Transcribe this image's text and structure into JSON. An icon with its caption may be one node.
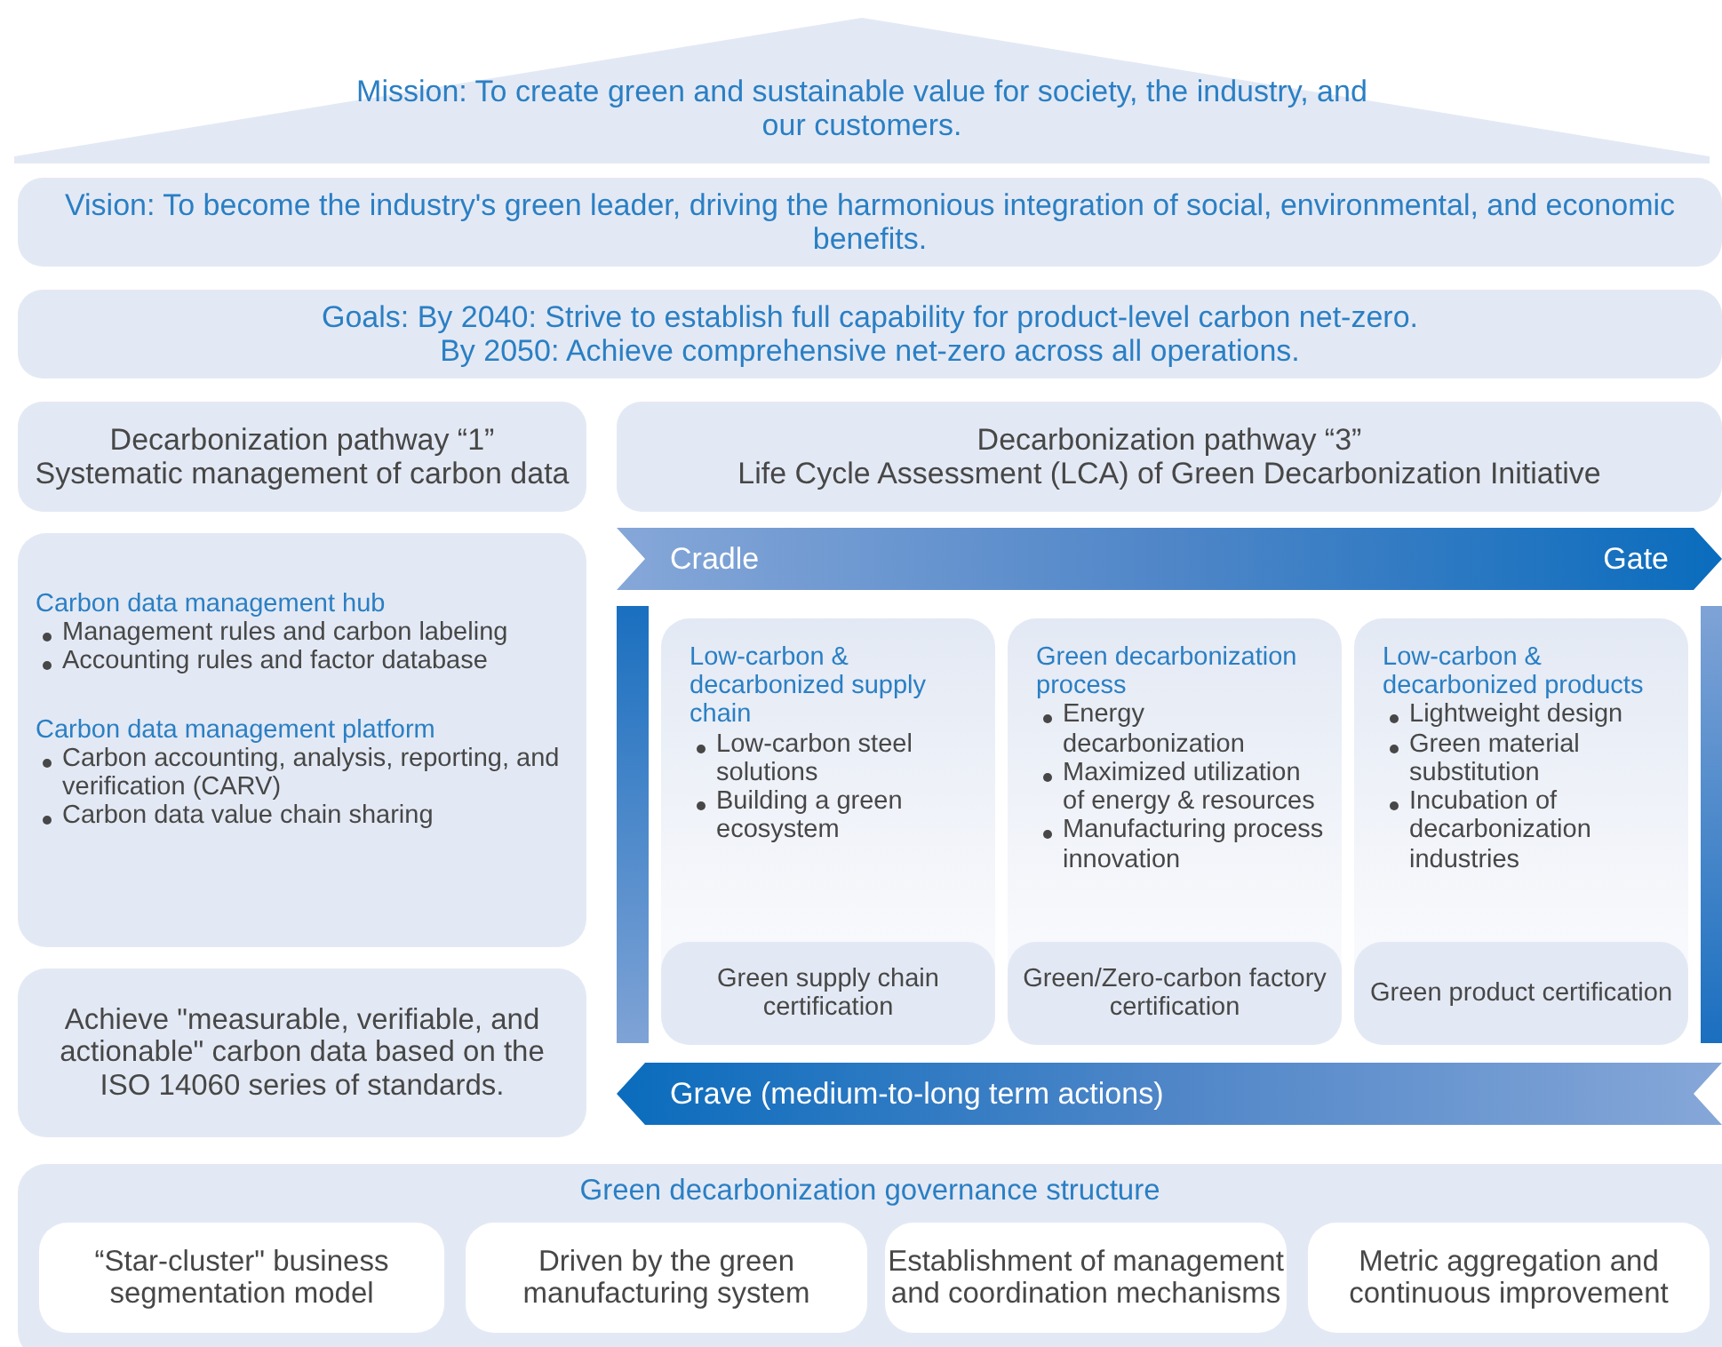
{
  "diagram": {
    "nodes": [
      {
        "text": [
          "Mission: To create green and sustainable value for society, the industry, and our customers."
        ]
      },
      {
        "text": [
          "Vision: To become the industry's green leader, driving the harmonious integration of social, environmental, and economic benefits."
        ]
      },
      {
        "text": [
          "Goals: By 2040: Strive to establish full capability for product-level carbon net-zero.",
          "By 2050: Achieve comprehensive net-zero across all operations."
        ]
      },
      {
        "text": [
          "Decarbonization pathway “1”",
          "Systematic management of carbon data"
        ]
      },
      {
        "text": [
          "Decarbonization pathway “3”",
          "Life Cycle Assessment (LCA) of Green Decarbonization Initiative"
        ]
      },
      {
        "text": [
          "Carbon data management hub",
          "Management rules and carbon labeling",
          "Accounting rules and factor database",
          "Carbon data management platform",
          "Carbon accounting, analysis, reporting, and verification (CARV)",
          "Carbon data value chain sharing"
        ]
      },
      {
        "text": [
          "Achieve \"measurable, verifiable, and actionable\" carbon data based on the ISO 14060 series of standards."
        ]
      },
      {
        "text": [
          "Cradle",
          "Gate"
        ]
      },
      {
        "text": [
          "Low-carbon & decarbonized supply chain",
          "Low-carbon steel solutions",
          "Building a green ecosystem"
        ]
      },
      {
        "text": [
          "Green supply chain certification"
        ],
        "in": 8
      },
      {
        "text": [
          "Green decarbonization process",
          "Energy decarbonization",
          "Maximized utilization of energy & resources",
          "Manufacturing process innovation"
        ]
      },
      {
        "text": [
          "Green/Zero-carbon factory certification"
        ],
        "in": 10
      },
      {
        "text": [
          "Low-carbon & decarbonized products",
          "Lightweight design",
          "Green material substitution",
          "Incubation of decarbonization industries"
        ]
      },
      {
        "text": [
          "Green product certification"
        ],
        "in": 12
      },
      {
        "text": [
          "Grave (medium-to-long term actions)"
        ]
      },
      {
        "text": [
          "Green decarbonization governance structure"
        ]
      },
      {
        "text": [
          "“Star-cluster\" business segmentation model"
        ],
        "in": 15
      },
      {
        "text": [
          "Driven by the green manufacturing system"
        ],
        "in": 15
      },
      {
        "text": [
          "Establishment of management and coordination mechanisms"
        ],
        "in": 15
      },
      {
        "text": [
          "Metric aggregation and continuous improvement"
        ],
        "in": 15
      },
      {
        "text": [],
        "shape": "bar"
      },
      {
        "text": [],
        "shape": "bar"
      }
    ]
  }
}
